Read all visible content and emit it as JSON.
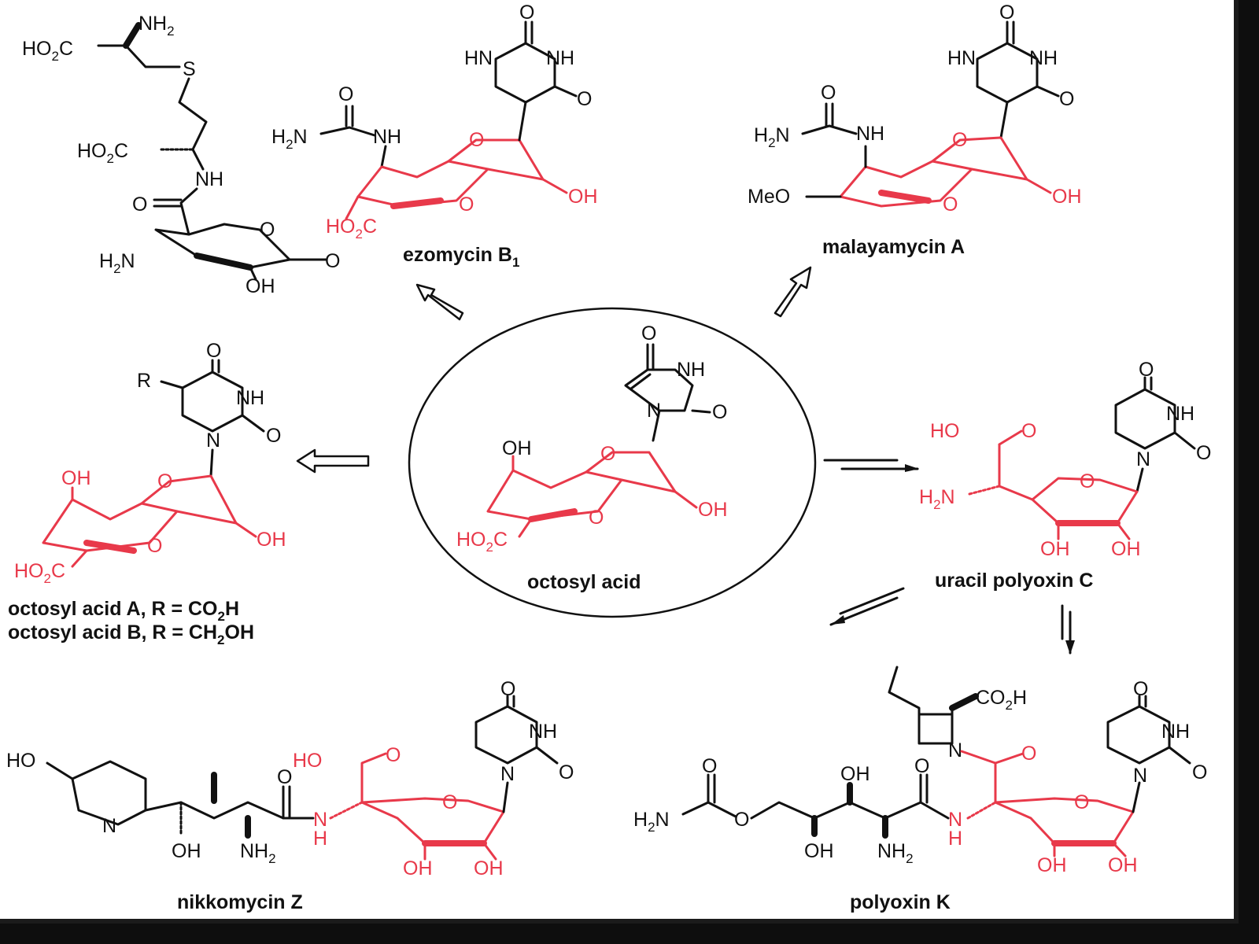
{
  "colors": {
    "highlight": "#e8394a",
    "ink": "#111111",
    "background": "#ffffff",
    "frame": "#0e0e0e"
  },
  "center": {
    "name": "octosyl acid"
  },
  "compounds": {
    "ezomycin": {
      "name": "ezomycin B",
      "subscript": "1"
    },
    "malayamycin": {
      "name": "malayamycin A"
    },
    "octosyl_ab": {
      "line_a": "octosyl acid A, R = CO",
      "line_a_sub": "2",
      "line_a_end": "H",
      "line_b": "octosyl acid B, R = CH",
      "line_b_sub": "2",
      "line_b_end": "OH"
    },
    "uracil_polyoxin": {
      "name": "uracil polyoxin C"
    },
    "nikkomycin": {
      "name": "nikkomycin Z"
    },
    "polyoxin": {
      "name": "polyoxin K"
    }
  },
  "atoms": {
    "O": "O",
    "NH": "NH",
    "HN": "HN",
    "N": "N",
    "OH": "OH",
    "HO": "HO",
    "S": "S",
    "R": "R",
    "MeO": "MeO",
    "H": "H",
    "NH2": "NH",
    "H2N": "H",
    "two": "2",
    "HO2C": "HO",
    "CO2H": "CO",
    "C": "C",
    "OH_alt": "OH"
  }
}
